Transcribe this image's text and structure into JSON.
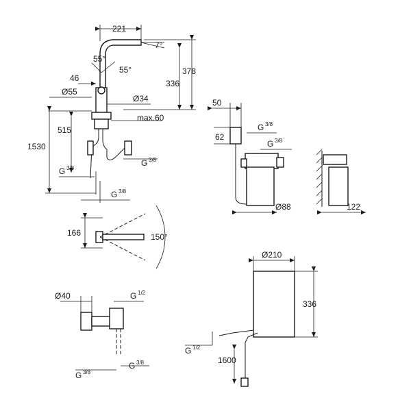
{
  "faucet_view": {
    "width_221": "221",
    "spout_angle": "7°",
    "handle_angle_a": "55°",
    "handle_angle_b": "55°",
    "height_378": "378",
    "height_336": "336",
    "offset_46": "46",
    "diameter_55": "Ø55",
    "diameter_34": "Ø34",
    "max_60": "max.60",
    "length_515": "515",
    "length_1530": "1530",
    "thread_left": "G",
    "thread_left_sup": "3/8",
    "thread_right": "G",
    "thread_right_sup": "3/8",
    "thread_bottom": "G",
    "thread_bottom_sup": "3/8"
  },
  "filter_front_view": {
    "dim_50": "50",
    "dim_62": "62",
    "thread_top": "G",
    "thread_top_sup": "3/8",
    "thread_mid": "G",
    "thread_mid_sup": "3/8",
    "diameter_88": "Ø88"
  },
  "filter_side_view": {
    "dim_122": "122"
  },
  "swivel_view": {
    "dim_166": "166",
    "swivel_angle": "150°"
  },
  "valve_view": {
    "diameter_40": "Ø40",
    "thread_top": "G",
    "thread_top_sup": "1/2",
    "thread_bl": "G",
    "thread_bl_sup": "3/8",
    "thread_br": "G",
    "thread_br_sup": "3/8"
  },
  "tank_view": {
    "diameter_210": "Ø210",
    "height_336": "336",
    "thread_left": "G",
    "thread_left_sup": "1/2",
    "length_1600": "1600"
  }
}
